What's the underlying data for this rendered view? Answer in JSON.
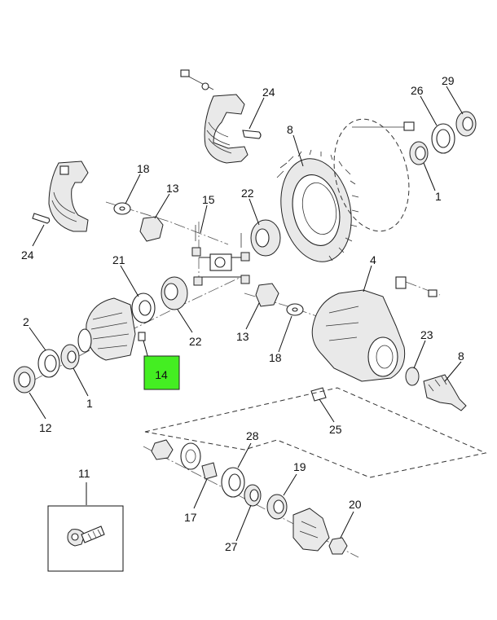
{
  "highlight_callout": {
    "label": "14",
    "color": "#44ee22"
  },
  "callouts": [
    {
      "id": "c29",
      "label": "29"
    },
    {
      "id": "c26",
      "label": "26"
    },
    {
      "id": "c24a",
      "label": "24"
    },
    {
      "id": "c8a",
      "label": "8"
    },
    {
      "id": "c1a",
      "label": "1"
    },
    {
      "id": "c18a",
      "label": "18"
    },
    {
      "id": "c13a",
      "label": "13"
    },
    {
      "id": "c15",
      "label": "15"
    },
    {
      "id": "c22a",
      "label": "22"
    },
    {
      "id": "c24b",
      "label": "24"
    },
    {
      "id": "c21",
      "label": "21"
    },
    {
      "id": "c4",
      "label": "4"
    },
    {
      "id": "c2",
      "label": "2"
    },
    {
      "id": "c22b",
      "label": "22"
    },
    {
      "id": "c13b",
      "label": "13"
    },
    {
      "id": "c18b",
      "label": "18"
    },
    {
      "id": "c23",
      "label": "23"
    },
    {
      "id": "c8b",
      "label": "8"
    },
    {
      "id": "c1b",
      "label": "1"
    },
    {
      "id": "c12",
      "label": "12"
    },
    {
      "id": "c25",
      "label": "25"
    },
    {
      "id": "c28",
      "label": "28"
    },
    {
      "id": "c11",
      "label": "11"
    },
    {
      "id": "c19",
      "label": "19"
    },
    {
      "id": "c17",
      "label": "17"
    },
    {
      "id": "c20",
      "label": "20"
    },
    {
      "id": "c27",
      "label": "27"
    }
  ]
}
